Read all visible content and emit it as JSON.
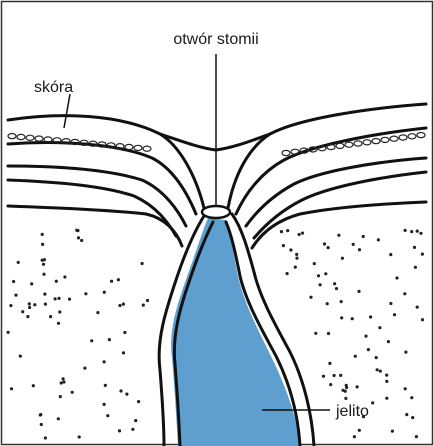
{
  "labels": {
    "stoma_opening": "otwór stomii",
    "skin": "skóra",
    "bowel": "jelito"
  },
  "colors": {
    "bowel_fill": "#5e9fd0",
    "outline": "#111111",
    "background": "#ffffff"
  }
}
